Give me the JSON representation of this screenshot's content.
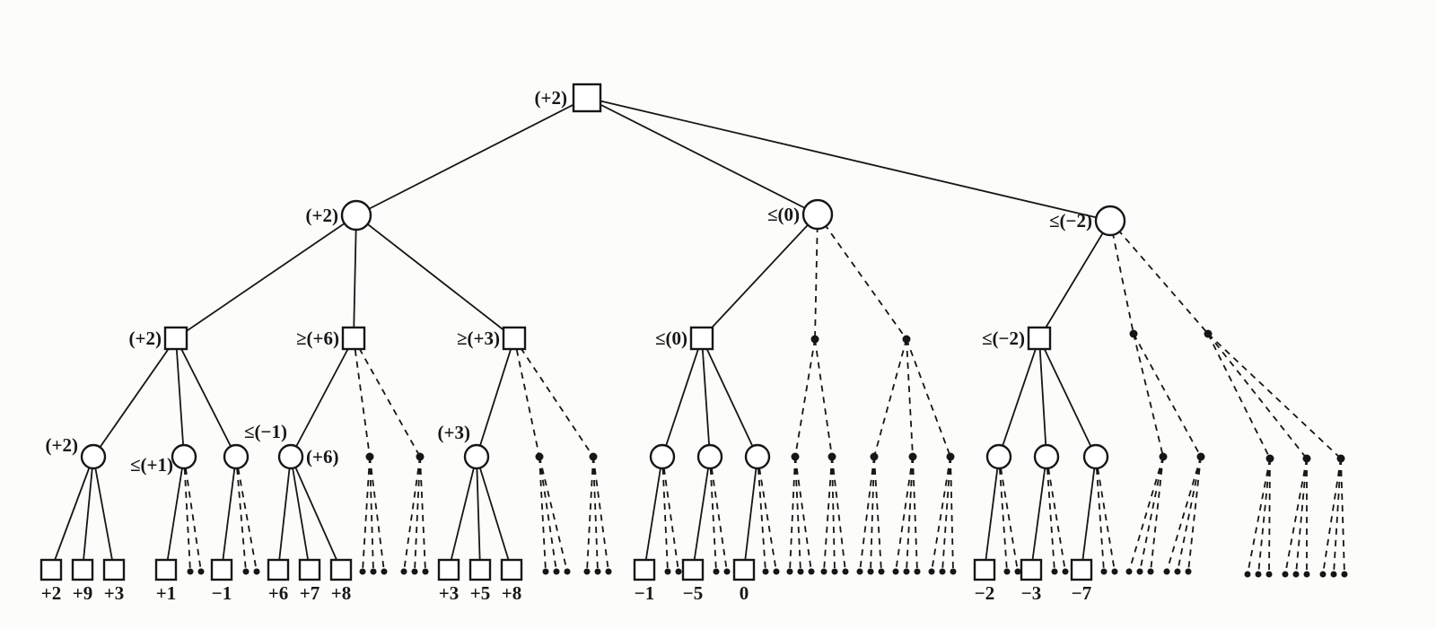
{
  "figure": {
    "kind": "game-tree-diagram"
  },
  "colors": {
    "ink": "#161616",
    "paper": "#fcfcfa",
    "node_fill": "#ffffff"
  },
  "tree": {
    "nodes": [
      [
        "root",
        "SQ",
        654,
        109
      ],
      [
        "m1",
        "C",
        397,
        240
      ],
      [
        "m2",
        "C",
        911,
        239
      ],
      [
        "m3",
        "C",
        1237,
        246
      ],
      [
        "s1",
        "sq",
        196,
        377
      ],
      [
        "s2",
        "sq",
        394,
        377
      ],
      [
        "s3",
        "sq",
        573,
        377
      ],
      [
        "s4",
        "sq",
        782,
        377
      ],
      [
        "s5",
        "sq",
        1158,
        377
      ],
      [
        "x1",
        "d",
        908,
        378
      ],
      [
        "x2",
        "d",
        1010,
        378
      ],
      [
        "x3",
        "d",
        1263,
        372
      ],
      [
        "x4",
        "d",
        1346,
        372
      ],
      [
        "c1",
        "c",
        104,
        509
      ],
      [
        "c2",
        "c",
        205,
        509
      ],
      [
        "c3",
        "c",
        263,
        509
      ],
      [
        "c4",
        "c",
        324,
        509
      ],
      [
        "c5",
        "c",
        531,
        509
      ],
      [
        "c6",
        "c",
        738,
        509
      ],
      [
        "c7",
        "c",
        791,
        509
      ],
      [
        "c8",
        "c",
        844,
        509
      ],
      [
        "c9",
        "c",
        1113,
        509
      ],
      [
        "c10",
        "c",
        1166,
        509
      ],
      [
        "c11",
        "c",
        1221,
        509
      ],
      [
        "p1",
        "d",
        412,
        509
      ],
      [
        "p2",
        "d",
        468,
        509
      ],
      [
        "p3",
        "d",
        601,
        509
      ],
      [
        "p4",
        "d",
        661,
        509
      ],
      [
        "p5",
        "d",
        886,
        509
      ],
      [
        "p6",
        "d",
        927,
        509
      ],
      [
        "p7",
        "d",
        974,
        509
      ],
      [
        "p8",
        "d",
        1017,
        509
      ],
      [
        "p9",
        "d",
        1059,
        509
      ],
      [
        "p10",
        "d",
        1296,
        509
      ],
      [
        "p11",
        "d",
        1338,
        509
      ],
      [
        "p12",
        "d",
        1415,
        511
      ],
      [
        "p13",
        "d",
        1456,
        511
      ],
      [
        "p14",
        "d",
        1494,
        511
      ],
      [
        "t1",
        "lsq",
        57,
        635
      ],
      [
        "t2",
        "lsq",
        92,
        635
      ],
      [
        "t3",
        "lsq",
        127,
        635
      ],
      [
        "t4",
        "lsq",
        185,
        635
      ],
      [
        "t5",
        "lsq",
        247,
        635
      ],
      [
        "t6",
        "lsq",
        310,
        635
      ],
      [
        "t7",
        "lsq",
        345,
        635
      ],
      [
        "t8",
        "lsq",
        380,
        635
      ],
      [
        "t9",
        "lsq",
        500,
        635
      ],
      [
        "t10",
        "lsq",
        535,
        635
      ],
      [
        "t11",
        "lsq",
        570,
        635
      ],
      [
        "t12",
        "lsq",
        718,
        635
      ],
      [
        "t13",
        "lsq",
        772,
        635
      ],
      [
        "t14",
        "lsq",
        829,
        635
      ],
      [
        "t15",
        "lsq",
        1097,
        635
      ],
      [
        "t16",
        "lsq",
        1149,
        635
      ],
      [
        "t17",
        "lsq",
        1205,
        635
      ],
      [
        "z1",
        "ld",
        212,
        637
      ],
      [
        "z2",
        "ld",
        224,
        637
      ],
      [
        "z3",
        "ld",
        274,
        637
      ],
      [
        "z4",
        "ld",
        286,
        637
      ],
      [
        "z5",
        "ld",
        404,
        637
      ],
      [
        "z6",
        "ld",
        416,
        637
      ],
      [
        "z7",
        "ld",
        428,
        637
      ],
      [
        "z8",
        "ld",
        450,
        637
      ],
      [
        "z9",
        "ld",
        462,
        637
      ],
      [
        "z10",
        "ld",
        474,
        637
      ],
      [
        "z11",
        "ld",
        608,
        637
      ],
      [
        "z12",
        "ld",
        620,
        637
      ],
      [
        "z13",
        "ld",
        632,
        637
      ],
      [
        "z14",
        "ld",
        654,
        637
      ],
      [
        "z15",
        "ld",
        666,
        637
      ],
      [
        "z16",
        "ld",
        678,
        637
      ],
      [
        "z17",
        "ld",
        744,
        637
      ],
      [
        "z18",
        "ld",
        756,
        637
      ],
      [
        "z19",
        "ld",
        798,
        637
      ],
      [
        "z20",
        "ld",
        810,
        637
      ],
      [
        "z21",
        "ld",
        853,
        637
      ],
      [
        "z22",
        "ld",
        865,
        637
      ],
      [
        "z23",
        "ld",
        880,
        637
      ],
      [
        "z24",
        "ld",
        892,
        637
      ],
      [
        "z25",
        "ld",
        904,
        637
      ],
      [
        "z26",
        "ld",
        918,
        637
      ],
      [
        "z27",
        "ld",
        930,
        637
      ],
      [
        "z28",
        "ld",
        942,
        637
      ],
      [
        "z29",
        "ld",
        958,
        637
      ],
      [
        "z30",
        "ld",
        970,
        637
      ],
      [
        "z31",
        "ld",
        982,
        637
      ],
      [
        "z32",
        "ld",
        998,
        637
      ],
      [
        "z33",
        "ld",
        1010,
        637
      ],
      [
        "z34",
        "ld",
        1022,
        637
      ],
      [
        "z35",
        "ld",
        1038,
        637
      ],
      [
        "z36",
        "ld",
        1050,
        637
      ],
      [
        "z37",
        "ld",
        1062,
        637
      ],
      [
        "z38",
        "ld",
        1122,
        637
      ],
      [
        "z39",
        "ld",
        1134,
        637
      ],
      [
        "z40",
        "ld",
        1175,
        637
      ],
      [
        "z41",
        "ld",
        1187,
        637
      ],
      [
        "z42",
        "ld",
        1230,
        637
      ],
      [
        "z43",
        "ld",
        1242,
        637
      ],
      [
        "z44",
        "ld",
        1258,
        637
      ],
      [
        "z45",
        "ld",
        1270,
        637
      ],
      [
        "z46",
        "ld",
        1282,
        637
      ],
      [
        "z47",
        "ld",
        1300,
        637
      ],
      [
        "z48",
        "ld",
        1312,
        637
      ],
      [
        "z49",
        "ld",
        1324,
        637
      ],
      [
        "z50",
        "ld",
        1390,
        640
      ],
      [
        "z51",
        "ld",
        1402,
        640
      ],
      [
        "z52",
        "ld",
        1414,
        640
      ],
      [
        "z53",
        "ld",
        1432,
        640
      ],
      [
        "z54",
        "ld",
        1444,
        640
      ],
      [
        "z55",
        "ld",
        1456,
        640
      ],
      [
        "z56",
        "ld",
        1474,
        640
      ],
      [
        "z57",
        "ld",
        1486,
        640
      ],
      [
        "z58",
        "ld",
        1498,
        640
      ]
    ],
    "edges": [
      [
        "root",
        "m1",
        "s"
      ],
      [
        "root",
        "m2",
        "s"
      ],
      [
        "root",
        "m3",
        "s"
      ],
      [
        "m1",
        "s1",
        "s"
      ],
      [
        "m1",
        "s2",
        "s"
      ],
      [
        "m1",
        "s3",
        "s"
      ],
      [
        "m2",
        "s4",
        "s"
      ],
      [
        "m2",
        "x1",
        "d"
      ],
      [
        "m2",
        "x2",
        "d"
      ],
      [
        "m3",
        "s5",
        "s"
      ],
      [
        "m3",
        "x3",
        "d"
      ],
      [
        "m3",
        "x4",
        "d"
      ],
      [
        "s1",
        "c1",
        "s"
      ],
      [
        "s1",
        "c2",
        "s"
      ],
      [
        "s1",
        "c3",
        "s"
      ],
      [
        "s2",
        "c4",
        "s"
      ],
      [
        "s2",
        "p1",
        "d"
      ],
      [
        "s2",
        "p2",
        "d"
      ],
      [
        "s3",
        "c5",
        "s"
      ],
      [
        "s3",
        "p3",
        "d"
      ],
      [
        "s3",
        "p4",
        "d"
      ],
      [
        "s4",
        "c6",
        "s"
      ],
      [
        "s4",
        "c7",
        "s"
      ],
      [
        "s4",
        "c8",
        "s"
      ],
      [
        "s5",
        "c9",
        "s"
      ],
      [
        "s5",
        "c10",
        "s"
      ],
      [
        "s5",
        "c11",
        "s"
      ],
      [
        "x1",
        "p5",
        "d"
      ],
      [
        "x1",
        "p6",
        "d"
      ],
      [
        "x2",
        "p7",
        "d"
      ],
      [
        "x2",
        "p8",
        "d"
      ],
      [
        "x2",
        "p9",
        "d"
      ],
      [
        "x3",
        "p10",
        "d"
      ],
      [
        "x3",
        "p11",
        "d"
      ],
      [
        "x4",
        "p12",
        "d"
      ],
      [
        "x4",
        "p13",
        "d"
      ],
      [
        "x4",
        "p14",
        "d"
      ],
      [
        "c1",
        "t1",
        "s"
      ],
      [
        "c1",
        "t2",
        "s"
      ],
      [
        "c1",
        "t3",
        "s"
      ],
      [
        "c2",
        "t4",
        "s"
      ],
      [
        "c2",
        "z1",
        "d"
      ],
      [
        "c2",
        "z2",
        "d"
      ],
      [
        "c3",
        "t5",
        "s"
      ],
      [
        "c3",
        "z3",
        "d"
      ],
      [
        "c3",
        "z4",
        "d"
      ],
      [
        "c4",
        "t6",
        "s"
      ],
      [
        "c4",
        "t7",
        "s"
      ],
      [
        "c4",
        "t8",
        "s"
      ],
      [
        "c5",
        "t9",
        "s"
      ],
      [
        "c5",
        "t10",
        "s"
      ],
      [
        "c5",
        "t11",
        "s"
      ],
      [
        "c6",
        "t12",
        "s"
      ],
      [
        "c6",
        "z17",
        "d"
      ],
      [
        "c6",
        "z18",
        "d"
      ],
      [
        "c7",
        "t13",
        "s"
      ],
      [
        "c7",
        "z19",
        "d"
      ],
      [
        "c7",
        "z20",
        "d"
      ],
      [
        "c8",
        "t14",
        "s"
      ],
      [
        "c8",
        "z21",
        "d"
      ],
      [
        "c8",
        "z22",
        "d"
      ],
      [
        "c9",
        "t15",
        "s"
      ],
      [
        "c9",
        "z38",
        "d"
      ],
      [
        "c9",
        "z39",
        "d"
      ],
      [
        "c10",
        "t16",
        "s"
      ],
      [
        "c10",
        "z40",
        "d"
      ],
      [
        "c10",
        "z41",
        "d"
      ],
      [
        "c11",
        "t17",
        "s"
      ],
      [
        "c11",
        "z42",
        "d"
      ],
      [
        "c11",
        "z43",
        "d"
      ],
      [
        "p1",
        "z5",
        "d"
      ],
      [
        "p1",
        "z6",
        "d"
      ],
      [
        "p1",
        "z7",
        "d"
      ],
      [
        "p2",
        "z8",
        "d"
      ],
      [
        "p2",
        "z9",
        "d"
      ],
      [
        "p2",
        "z10",
        "d"
      ],
      [
        "p3",
        "z11",
        "d"
      ],
      [
        "p3",
        "z12",
        "d"
      ],
      [
        "p3",
        "z13",
        "d"
      ],
      [
        "p4",
        "z14",
        "d"
      ],
      [
        "p4",
        "z15",
        "d"
      ],
      [
        "p4",
        "z16",
        "d"
      ],
      [
        "p5",
        "z23",
        "d"
      ],
      [
        "p5",
        "z24",
        "d"
      ],
      [
        "p5",
        "z25",
        "d"
      ],
      [
        "p6",
        "z26",
        "d"
      ],
      [
        "p6",
        "z27",
        "d"
      ],
      [
        "p6",
        "z28",
        "d"
      ],
      [
        "p7",
        "z29",
        "d"
      ],
      [
        "p7",
        "z30",
        "d"
      ],
      [
        "p7",
        "z31",
        "d"
      ],
      [
        "p8",
        "z32",
        "d"
      ],
      [
        "p8",
        "z33",
        "d"
      ],
      [
        "p8",
        "z34",
        "d"
      ],
      [
        "p9",
        "z35",
        "d"
      ],
      [
        "p9",
        "z36",
        "d"
      ],
      [
        "p9",
        "z37",
        "d"
      ],
      [
        "p10",
        "z44",
        "d"
      ],
      [
        "p10",
        "z45",
        "d"
      ],
      [
        "p10",
        "z46",
        "d"
      ],
      [
        "p11",
        "z47",
        "d"
      ],
      [
        "p11",
        "z48",
        "d"
      ],
      [
        "p11",
        "z49",
        "d"
      ],
      [
        "p12",
        "z50",
        "d"
      ],
      [
        "p12",
        "z51",
        "d"
      ],
      [
        "p12",
        "z52",
        "d"
      ],
      [
        "p13",
        "z53",
        "d"
      ],
      [
        "p13",
        "z54",
        "d"
      ],
      [
        "p13",
        "z55",
        "d"
      ],
      [
        "p14",
        "z56",
        "d"
      ],
      [
        "p14",
        "z57",
        "d"
      ],
      [
        "p14",
        "z58",
        "d"
      ]
    ],
    "labels": [
      [
        "root",
        "(+2)",
        632,
        116,
        "end"
      ],
      [
        "m1",
        "(+2)",
        377,
        247,
        "end"
      ],
      [
        "m2",
        "≤(0)",
        891,
        246,
        "end"
      ],
      [
        "m3",
        "≤(−2)",
        1217,
        253,
        "end"
      ],
      [
        "s1",
        "(+2)",
        180,
        384,
        "end"
      ],
      [
        "s2",
        "≥(+6)",
        378,
        384,
        "end"
      ],
      [
        "s3",
        "≥(+3)",
        557,
        384,
        "end"
      ],
      [
        "s4",
        "≤(0)",
        766,
        384,
        "end"
      ],
      [
        "s5",
        "≤(−2)",
        1142,
        384,
        "end"
      ],
      [
        "c1",
        "(+2)",
        87,
        503,
        "end"
      ],
      [
        "c2",
        "≤(+1)",
        193,
        525,
        "end"
      ],
      [
        "c3",
        "≤(−1)",
        272,
        488,
        "start"
      ],
      [
        "c4",
        "(+6)",
        341,
        516,
        "start"
      ],
      [
        "c5",
        "(+3)",
        524,
        489,
        "end"
      ],
      [
        "t1",
        "+2",
        57,
        668,
        "middle"
      ],
      [
        "t2",
        "+9",
        92,
        668,
        "middle"
      ],
      [
        "t3",
        "+3",
        127,
        668,
        "middle"
      ],
      [
        "t4",
        "+1",
        185,
        668,
        "middle"
      ],
      [
        "t5",
        "−1",
        247,
        668,
        "middle"
      ],
      [
        "t6",
        "+6",
        310,
        668,
        "middle"
      ],
      [
        "t7",
        "+7",
        345,
        668,
        "middle"
      ],
      [
        "t8",
        "+8",
        380,
        668,
        "middle"
      ],
      [
        "t9",
        "+3",
        500,
        668,
        "middle"
      ],
      [
        "t10",
        "+5",
        535,
        668,
        "middle"
      ],
      [
        "t11",
        "+8",
        570,
        668,
        "middle"
      ],
      [
        "t12",
        "−1",
        718,
        668,
        "middle"
      ],
      [
        "t13",
        "−5",
        772,
        668,
        "middle"
      ],
      [
        "t14",
        "0",
        829,
        668,
        "middle"
      ],
      [
        "t15",
        "−2",
        1097,
        668,
        "middle"
      ],
      [
        "t16",
        "−3",
        1149,
        668,
        "middle"
      ],
      [
        "t17",
        "−7",
        1205,
        668,
        "middle"
      ]
    ]
  }
}
